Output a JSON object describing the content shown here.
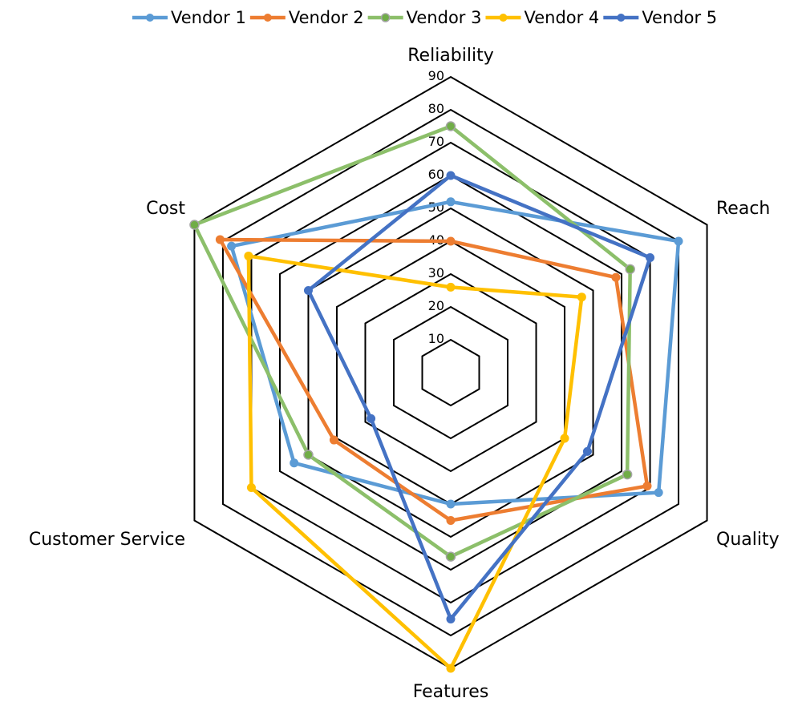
{
  "chart_data": {
    "type": "radar",
    "title": "",
    "categories": [
      "Reliability",
      "Reach",
      "Quality",
      "Features",
      "Customer Service",
      "Cost"
    ],
    "radial_ticks": [
      10,
      20,
      30,
      40,
      50,
      60,
      70,
      80,
      90
    ],
    "rlim": [
      0,
      90
    ],
    "grid": true,
    "legend_position": "top",
    "series": [
      {
        "name": "Vendor 1",
        "color": "#5B9BD5",
        "values": [
          52,
          80,
          73,
          40,
          55,
          77
        ]
      },
      {
        "name": "Vendor 2",
        "color": "#ED7D31",
        "values": [
          40,
          58,
          69,
          45,
          41,
          81
        ]
      },
      {
        "name": "Vendor 3",
        "color": "#8CBF6A",
        "marker_color": "#70AD47",
        "marker_edge": "#A5A5A5",
        "values": [
          75,
          63,
          62,
          56,
          50,
          90
        ]
      },
      {
        "name": "Vendor 4",
        "color": "#FFC000",
        "values": [
          26,
          46,
          40,
          90,
          70,
          71
        ]
      },
      {
        "name": "Vendor 5",
        "color": "#4472C4",
        "values": [
          60,
          70,
          48,
          75,
          28,
          50
        ]
      }
    ]
  }
}
